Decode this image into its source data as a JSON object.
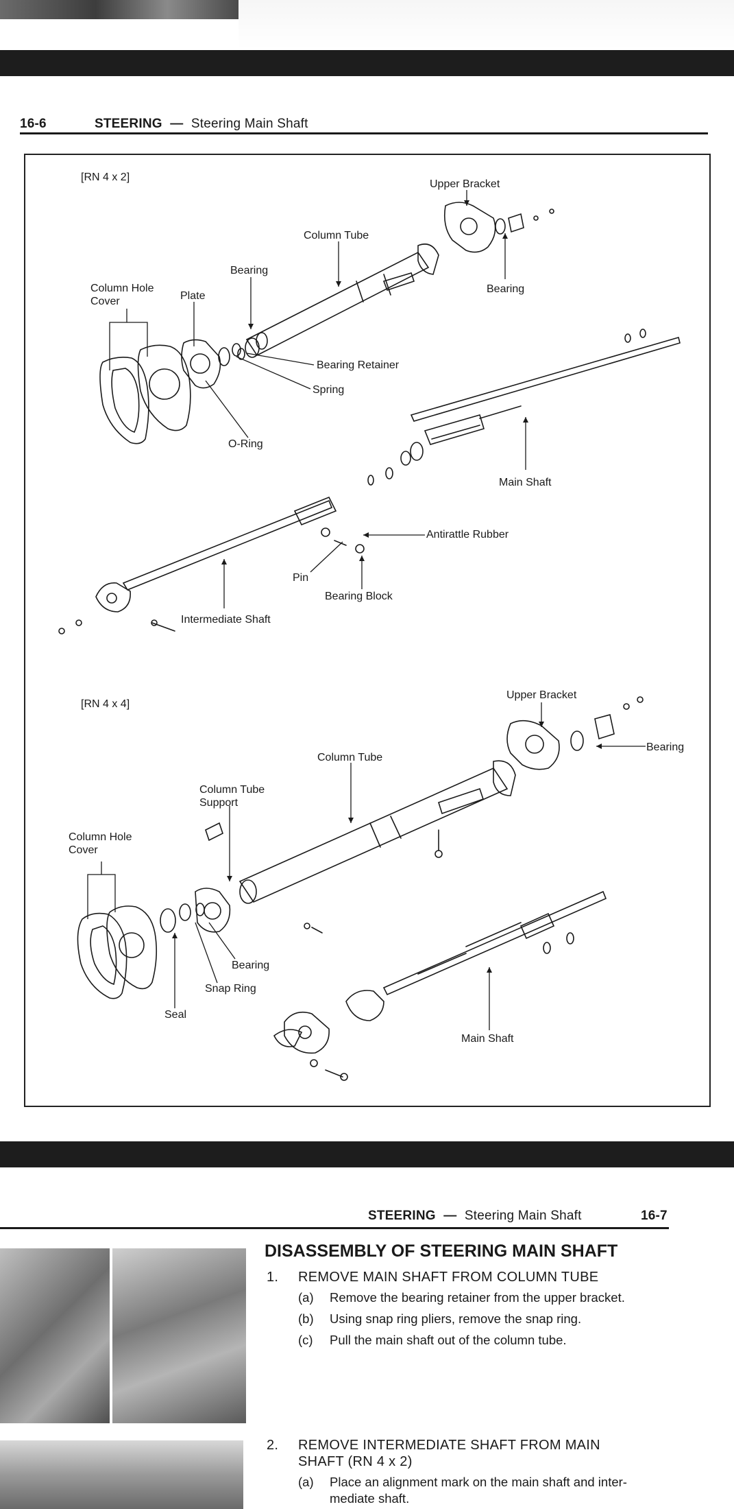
{
  "page6": {
    "header": {
      "page_no": "16-6",
      "section": "STEERING",
      "dash": "—",
      "subsection": "Steering Main Shaft"
    },
    "diagram_rn4x2": {
      "tag": "[RN 4 x 2]",
      "labels": {
        "upper_bracket": "Upper Bracket",
        "column_tube": "Column Tube",
        "bearing_top": "Bearing",
        "bearing_left": "Bearing",
        "column_hole_cover_1": "Column Hole",
        "column_hole_cover_2": "Cover",
        "plate": "Plate",
        "bearing_retainer": "Bearing Retainer",
        "spring": "Spring",
        "o_ring": "O-Ring",
        "main_shaft": "Main Shaft",
        "antirattle_rubber": "Antirattle Rubber",
        "pin": "Pin",
        "bearing_block": "Bearing Block",
        "intermediate_shaft": "Intermediate Shaft"
      }
    },
    "diagram_rn4x4": {
      "tag": "[RN 4 x 4]",
      "labels": {
        "upper_bracket": "Upper Bracket",
        "bearing_right": "Bearing",
        "column_tube": "Column Tube",
        "column_tube_support_1": "Column Tube",
        "column_tube_support_2": "Support",
        "column_hole_cover_1": "Column Hole",
        "column_hole_cover_2": "Cover",
        "bearing_bottom": "Bearing",
        "snap_ring": "Snap Ring",
        "seal": "Seal",
        "main_shaft": "Main Shaft"
      }
    }
  },
  "page7": {
    "header": {
      "section": "STEERING",
      "dash": "—",
      "subsection": "Steering Main Shaft",
      "page_no": "16-7"
    },
    "title": "DISASSEMBLY OF STEERING MAIN SHAFT",
    "steps": [
      {
        "num": "1.",
        "title": "REMOVE MAIN SHAFT FROM COLUMN TUBE",
        "items": [
          {
            "letter": "(a)",
            "text": "Remove the bearing retainer from the upper bracket."
          },
          {
            "letter": "(b)",
            "text": "Using snap ring pliers, remove the snap ring."
          },
          {
            "letter": "(c)",
            "text": "Pull the main shaft out of the column tube."
          }
        ]
      },
      {
        "num": "2.",
        "title_line1": "REMOVE INTERMEDIATE SHAFT FROM MAIN",
        "title_line2": "SHAFT (RN 4 x 2)",
        "items": [
          {
            "letter": "(a)",
            "text_line1": "Place an alignment mark on the main shaft and inter-",
            "text_line2": "mediate shaft."
          }
        ]
      }
    ]
  }
}
